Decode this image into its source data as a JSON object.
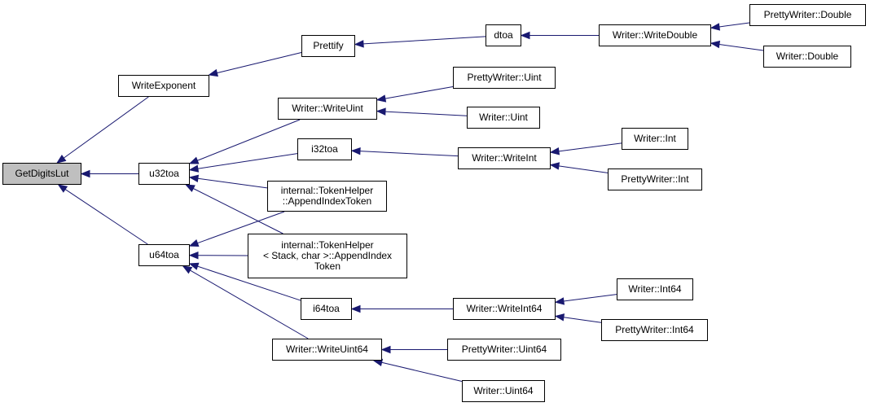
{
  "colors": {
    "edge": "#191970",
    "root_fill": "#bfbfbf",
    "node_fill": "#ffffff",
    "border": "#000000"
  },
  "nodes": {
    "root": "GetDigitsLut",
    "writeexponent": "WriteExponent",
    "u32toa": "u32toa",
    "u64toa": "u64toa",
    "prettify": "Prettify",
    "dtoa": "dtoa",
    "writedouble": "Writer::WriteDouble",
    "prettywriter_double": "PrettyWriter::Double",
    "writer_double": "Writer::Double",
    "writeuint": "Writer::WriteUint",
    "prettywriter_uint": "PrettyWriter::Uint",
    "writer_uint": "Writer::Uint",
    "i32toa": "i32toa",
    "writeint": "Writer::WriteInt",
    "writer_int": "Writer::Int",
    "prettywriter_int": "PrettyWriter::Int",
    "append_index": "internal::TokenHelper\n::AppendIndexToken",
    "append_stack": "internal::TokenHelper\n< Stack, char >::AppendIndex\nToken",
    "i64toa": "i64toa",
    "writeint64": "Writer::WriteInt64",
    "writer_int64": "Writer::Int64",
    "prettywriter_int64": "PrettyWriter::Int64",
    "writeuint64": "Writer::WriteUint64",
    "prettywriter_uint64": "PrettyWriter::Uint64",
    "writer_uint64": "Writer::Uint64"
  },
  "edges": [
    [
      "writeexponent",
      "root"
    ],
    [
      "u32toa",
      "root"
    ],
    [
      "u64toa",
      "root"
    ],
    [
      "prettify",
      "writeexponent"
    ],
    [
      "dtoa",
      "prettify"
    ],
    [
      "writedouble",
      "dtoa"
    ],
    [
      "prettywriter_double",
      "writedouble"
    ],
    [
      "writer_double",
      "writedouble"
    ],
    [
      "writeuint",
      "u32toa"
    ],
    [
      "i32toa",
      "u32toa"
    ],
    [
      "append_index",
      "u32toa"
    ],
    [
      "append_stack",
      "u32toa"
    ],
    [
      "prettywriter_uint",
      "writeuint"
    ],
    [
      "writer_uint",
      "writeuint"
    ],
    [
      "writeint",
      "i32toa"
    ],
    [
      "writer_int",
      "writeint"
    ],
    [
      "prettywriter_int",
      "writeint"
    ],
    [
      "append_index",
      "u64toa"
    ],
    [
      "append_stack",
      "u64toa"
    ],
    [
      "i64toa",
      "u64toa"
    ],
    [
      "writeuint64",
      "u64toa"
    ],
    [
      "writeint64",
      "i64toa"
    ],
    [
      "writer_int64",
      "writeint64"
    ],
    [
      "prettywriter_int64",
      "writeint64"
    ],
    [
      "prettywriter_uint64",
      "writeuint64"
    ],
    [
      "writer_uint64",
      "writeuint64"
    ]
  ]
}
